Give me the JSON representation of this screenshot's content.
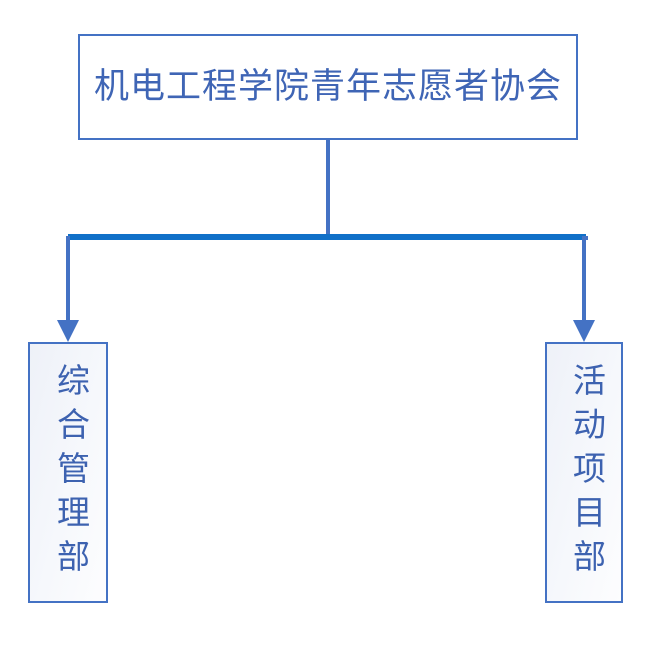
{
  "diagram": {
    "type": "organization-chart",
    "orientation": "top-down",
    "background_color": "#ffffff",
    "root": {
      "label": "机电工程学院青年志愿者协会",
      "text_color": "#3f65b5",
      "border_color": "#4472c4",
      "fill_color": "#ffffff"
    },
    "children": [
      {
        "label": "综合管理部",
        "text_orientation": "vertical",
        "text_color": "#3d62b0",
        "border_color": "#4472c4",
        "fill_color": "#eef1f8"
      },
      {
        "label": "活动项目部",
        "text_orientation": "vertical",
        "text_color": "#3d62b0",
        "border_color": "#4472c4",
        "fill_color": "#eef1f8"
      }
    ],
    "connector": {
      "line_color": "#4472c4",
      "bus_color": "#1070c8",
      "arrow_style": "solid-triangle"
    }
  }
}
